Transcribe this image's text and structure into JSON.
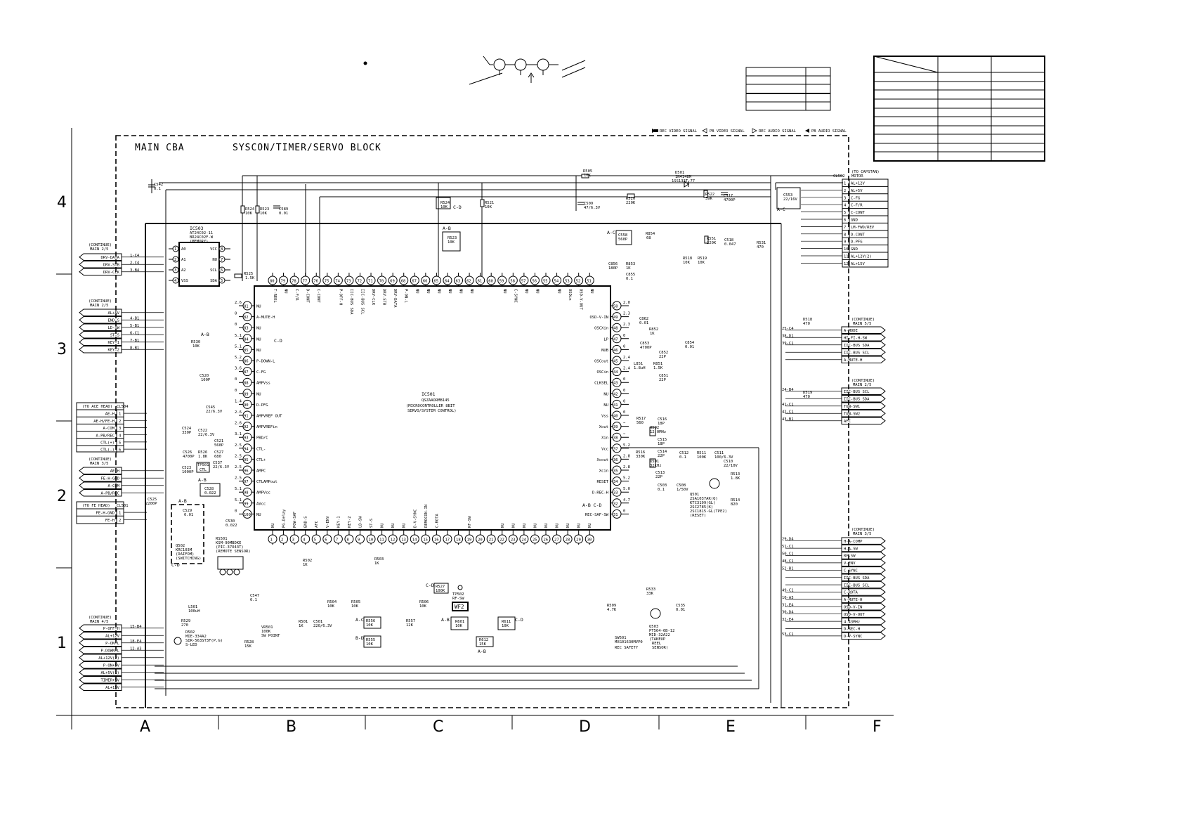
{
  "block_title": {
    "board": "MAIN CBA",
    "block": "SYSCON/TIMER/SERVO BLOCK"
  },
  "legend": {
    "rec_video": "REC VIDEO SIGNAL",
    "pb_video": "PB VIDEO SIGNAL",
    "rec_audio": "REC AUDIO SIGNAL",
    "pb_audio": "PB AUDIO SIGNAL"
  },
  "grid": {
    "rows": [
      "4",
      "3",
      "2",
      "1"
    ],
    "columns": [
      "A",
      "B",
      "C",
      "D",
      "E",
      "F"
    ]
  },
  "ic501": {
    "ref": "IC501",
    "part": "QSZAAORMB145",
    "desc1": "(MICROCONTROLLER 8BIT",
    "desc2": "SERVO/SYSTEM CONTROL)",
    "left_pins": [
      {
        "num": "81",
        "name": "NU",
        "v": "2.6"
      },
      {
        "num": "82",
        "name": "A-MUTE-H",
        "v": "0"
      },
      {
        "num": "83",
        "name": "NU",
        "v": "0"
      },
      {
        "num": "84",
        "name": "NU",
        "v": "5.1"
      },
      {
        "num": "85",
        "name": "NU",
        "v": "5.1"
      },
      {
        "num": "86",
        "name": "P-DOWN-L",
        "v": "5.2"
      },
      {
        "num": "87",
        "name": "C-FG",
        "v": "3.6"
      },
      {
        "num": "88",
        "name": "AMPVss",
        "v": "0"
      },
      {
        "num": "89",
        "name": "NU",
        "v": "0"
      },
      {
        "num": "90",
        "name": "D-PFG",
        "v": "1.4"
      },
      {
        "num": "91",
        "name": "AMPVREF OUT",
        "v": "2.6"
      },
      {
        "num": "92",
        "name": "AMPVREFin",
        "v": "2.6"
      },
      {
        "num": "93",
        "name": "PBD/C",
        "v": "3.1"
      },
      {
        "num": "94",
        "name": "CTL-",
        "v": "2.5"
      },
      {
        "num": "95",
        "name": "CTL+",
        "v": "2.5"
      },
      {
        "num": "96",
        "name": "AMPC",
        "v": "2.5"
      },
      {
        "num": "97",
        "name": "CTLAMPout",
        "v": "2.5"
      },
      {
        "num": "98",
        "name": "AMPVcc",
        "v": "5.1"
      },
      {
        "num": "99",
        "name": "AVcc",
        "v": "5.1"
      },
      {
        "num": "100",
        "name": "NU",
        "v": "0"
      }
    ],
    "right_pins": [
      {
        "num": "50",
        "name": "",
        "v": "2.0"
      },
      {
        "num": "49",
        "name": "OSD-V-IN",
        "v": "2.3"
      },
      {
        "num": "48",
        "name": "OSCXin",
        "v": "2.3"
      },
      {
        "num": "47",
        "name": "LP",
        "v": "0"
      },
      {
        "num": "46",
        "name": "NUB",
        "v": "0"
      },
      {
        "num": "45",
        "name": "OSCout",
        "v": "2.4"
      },
      {
        "num": "44",
        "name": "OSCin",
        "v": "2.4"
      },
      {
        "num": "43",
        "name": "CLKSEL",
        "v": "0"
      },
      {
        "num": "42",
        "name": "NU",
        "v": "0"
      },
      {
        "num": "41",
        "name": "NU",
        "v": "0"
      },
      {
        "num": "40",
        "name": "Vss",
        "v": "0"
      },
      {
        "num": "39",
        "name": "Xout",
        "v": "~"
      },
      {
        "num": "38",
        "name": "Xin",
        "v": "~"
      },
      {
        "num": "37",
        "name": "Vcc",
        "v": "5.2"
      },
      {
        "num": "36",
        "name": "Xcout",
        "v": "2.8"
      },
      {
        "num": "35",
        "name": "Xcin",
        "v": "2.8"
      },
      {
        "num": "34",
        "name": "RESET",
        "v": "5.2"
      },
      {
        "num": "33",
        "name": "D-REC-H",
        "v": "5.0"
      },
      {
        "num": "32",
        "name": "",
        "v": "4.7"
      },
      {
        "num": "31",
        "name": "REC-SAF-SW",
        "v": "0"
      }
    ],
    "top_pins": [
      "80",
      "79",
      "78",
      "77",
      "76",
      "75",
      "74",
      "73",
      "72",
      "71",
      "70",
      "69",
      "68",
      "67",
      "66",
      "65",
      "64",
      "63",
      "62",
      "61",
      "60",
      "59",
      "58",
      "57",
      "56",
      "55",
      "54",
      "53",
      "52",
      "51"
    ],
    "top_names": [
      "T-REEL",
      "NU",
      "C-F/R",
      "D-CONT",
      "C-CONT",
      "",
      "P-OFF-H",
      "IIC-BUS SDA",
      "IIC-BUS SCL",
      "DRV-CLK",
      "DRV-STB",
      "DRV-DATA",
      "P-ON-L",
      "NU",
      "NU",
      "NU",
      "NU",
      "NU",
      "NU",
      "",
      "",
      "NU",
      "C-SYNC",
      "NU",
      "NU",
      "",
      "NU",
      "OSDin",
      "OSD-V-OUT",
      "NU"
    ],
    "bottom_pins": [
      "1",
      "2",
      "3",
      "4",
      "5",
      "6",
      "7",
      "8",
      "9",
      "10",
      "11",
      "12",
      "13",
      "14",
      "15",
      "16",
      "17",
      "18",
      "19",
      "20",
      "21",
      "22",
      "23",
      "24",
      "25",
      "26",
      "27",
      "28",
      "29",
      "30"
    ],
    "bottom_names": [
      "NU",
      "PG-Delay",
      "POW-SAF",
      "END-S",
      "AFC",
      "V-ENV",
      "KEY-1",
      "KEY-2",
      "LD-SW",
      "ST-S",
      "NU",
      "NU",
      "NU",
      "D-V-SYNC",
      "REMOCON-IN",
      "C-ROTA",
      "",
      "",
      "RF-SW",
      "",
      "",
      "NU",
      "NU",
      "NU",
      "NU",
      "NU",
      "NU",
      "NU",
      "NU",
      "NU"
    ]
  },
  "ic503": {
    "ref": "IC503",
    "part": "AT24C02-11",
    "part2": "BR24C02F-W",
    "desc": "(MEMORY)",
    "pins": [
      {
        "num": "1",
        "name": "A0"
      },
      {
        "num": "2",
        "name": "A1"
      },
      {
        "num": "3",
        "name": "A2"
      },
      {
        "num": "4",
        "name": "VSS"
      },
      {
        "num": "8",
        "name": "VCC"
      },
      {
        "num": "7",
        "name": "NU"
      },
      {
        "num": "6",
        "name": "SCL"
      },
      {
        "num": "5",
        "name": "SDA"
      }
    ]
  },
  "cl502": {
    "ref": "CL502",
    "note": "(TO CAPSTAN)",
    "note2": "MOTOR",
    "pins": [
      {
        "num": "1",
        "name": "AL+12V"
      },
      {
        "num": "2",
        "name": "AL+5V"
      },
      {
        "num": "3",
        "name": "C-FG"
      },
      {
        "num": "4",
        "name": "C-F/R"
      },
      {
        "num": "5",
        "name": "C-CONT"
      },
      {
        "num": "6",
        "name": "GND"
      },
      {
        "num": "7",
        "name": "LM-FWD/REV"
      },
      {
        "num": "8",
        "name": "D-CONT"
      },
      {
        "num": "9",
        "name": "D-PFG"
      },
      {
        "num": "10",
        "name": "GND"
      },
      {
        "num": "11",
        "name": "AL+12V(2)"
      },
      {
        "num": "12",
        "name": "AL+15V"
      }
    ]
  },
  "left_conn_memory": {
    "note": "(CONTINUE)",
    "note2": "MAIN 2/5",
    "signals": [
      {
        "name": "DRV-DATA",
        "ref": "1-C4"
      },
      {
        "name": "DRV-STB",
        "ref": "2-C4"
      },
      {
        "name": "DRV-CLK",
        "ref": "3-B4"
      }
    ]
  },
  "left_conn_keys": {
    "note": "(CONTINUE)",
    "note2": "MAIN 2/5",
    "signals": [
      {
        "name": "AL+5V",
        "ref": ""
      },
      {
        "name": "END-S",
        "ref": "4-B1"
      },
      {
        "name": "LD-SW",
        "ref": "5-B1"
      },
      {
        "name": "ST-S",
        "ref": "6-C1"
      },
      {
        "name": "KEY-1",
        "ref": "7-B1"
      },
      {
        "name": "KEY-2",
        "ref": "8-B1"
      }
    ]
  },
  "cl504": {
    "ref": "CL504",
    "note": "(TO ACE HEAD)",
    "pins": [
      {
        "num": "1",
        "name": "AE-H"
      },
      {
        "num": "2",
        "name": "AE-H/FE-H"
      },
      {
        "num": "3",
        "name": "A-COM"
      },
      {
        "num": "4",
        "name": "A-PB/REC"
      },
      {
        "num": "5",
        "name": "CTL(+)"
      },
      {
        "num": "6",
        "name": "CTL(-)"
      }
    ]
  },
  "left_conn_audio": {
    "note": "(CONTINUE)",
    "note2": "MAIN 3/5",
    "signals": [
      "AE-H",
      "FE-H-GND",
      "A-COM",
      "A-PB/REC"
    ]
  },
  "cl501": {
    "ref": "CL501",
    "note": "(TO FE HEAD)",
    "pins": [
      {
        "num": "1",
        "name": "FE-H-GND"
      },
      {
        "num": "2",
        "name": "FE-H"
      }
    ]
  },
  "left_conn_power": {
    "note": "(CONTINUE)",
    "note2": "MAIN 4/5",
    "signals": [
      {
        "name": "P-OFF-H",
        "ref": "15-B4"
      },
      {
        "name": "AL+12V",
        "ref": ""
      },
      {
        "name": "P-ON-L",
        "ref": "18-E4"
      },
      {
        "name": "P-DOWN-L",
        "ref": "12-A3"
      },
      {
        "name": "AL+12V(2)",
        "ref": ""
      },
      {
        "name": "P-ON+5V",
        "ref": ""
      },
      {
        "name": "AL+5V(1)",
        "ref": ""
      },
      {
        "name": "TIMER+5V",
        "ref": ""
      },
      {
        "name": "AL+15V",
        "ref": ""
      }
    ]
  },
  "right_conn_mode": {
    "note": "(CONTINUE)",
    "note2": "MAIN 5/5",
    "signals": [
      {
        "name": "A-MODE",
        "ref": "25-C4"
      },
      {
        "name": "HI-FI-H-SW",
        "ref": "38-D1"
      },
      {
        "name": "IIC-BUS SDA",
        "ref": "39-C1"
      },
      {
        "name": "IIC-BUS SCL",
        "ref": ""
      },
      {
        "name": "A-MUTE-H",
        "ref": ""
      }
    ]
  },
  "right_conn_tuner": {
    "note": "(CONTINUE)",
    "note2": "MAIN 2/5",
    "signals": [
      {
        "name": "IIC-BUS SCL",
        "ref": "24-B4"
      },
      {
        "name": "IIC-BUS SDA",
        "ref": ""
      },
      {
        "name": "TUN-SW1",
        "ref": "41-C1"
      },
      {
        "name": "TUN-SW2",
        "ref": "42-C1"
      },
      {
        "name": "AFC",
        "ref": "43-B1"
      }
    ]
  },
  "right_conn_video": {
    "note": "(CONTINUE)",
    "note2": "MAIN 3/5",
    "signals": [
      {
        "name": "H-A-COMP",
        "ref": "29-D4"
      },
      {
        "name": "H-A-SW",
        "ref": "51-C1"
      },
      {
        "name": "RF-SW",
        "ref": "50-C1"
      },
      {
        "name": "V-ENV",
        "ref": "48-C1"
      },
      {
        "name": "C-SYNC",
        "ref": "52-B1"
      },
      {
        "name": "IIC-BUS SDA",
        "ref": ""
      },
      {
        "name": "IIC-BUS SCL",
        "ref": ""
      },
      {
        "name": "C-ROTA",
        "ref": "49-C1"
      },
      {
        "name": "A-MUTE-H",
        "ref": "10-A3"
      },
      {
        "name": "OSD-V-IN",
        "ref": "31-E4"
      },
      {
        "name": "OSD-V-OUT",
        "ref": "30-D4"
      },
      {
        "name": "4.43MHz",
        "ref": "32-E4"
      },
      {
        "name": "D-REC-H",
        "ref": ""
      },
      {
        "name": "D-V-SYNC",
        "ref": "53-C1"
      }
    ]
  },
  "components": {
    "c542": "C542",
    "c542v": "0.1",
    "r524": "R524",
    "r524v": "10K",
    "r523": "R523",
    "r523v": "10K",
    "c589": "C589",
    "c589v": "0.01",
    "r525": "R525",
    "r525v": "1.5K",
    "r505": "R505",
    "r505v": "10K",
    "d501": "D501",
    "d501v": "1N4148M",
    "d501v2": "1SS133T-77",
    "c509": "C509",
    "c509v": "47/6.3V",
    "r520": "R520",
    "r520v": "220K",
    "r522": "R522",
    "r522v": "39K",
    "c517": "C517",
    "c517v": "4700P",
    "c553": "C553",
    "c553v": "22/16V",
    "r521": "R521",
    "r521v": "10K",
    "c558": "C558",
    "c558v": "560P",
    "r854": "R854",
    "r854v": "68",
    "c518": "C518",
    "c518v": "0.047",
    "r551": "R551",
    "r551v": "220K",
    "r518": "R518",
    "r518v": "10K",
    "r519": "R519",
    "r519v": "10K",
    "c856": "C856",
    "c856v": "180P",
    "r853": "R853",
    "r853v": "1K",
    "c855": "C855",
    "c855v": "0.1",
    "c862": "C862",
    "c862v": "0.01",
    "r852": "R852",
    "r852v": "1K",
    "c853": "C853",
    "c853v": "4700P",
    "c854": "C854",
    "c854v": "0.01",
    "c852": "C852",
    "c852v": "22P",
    "l851": "L851",
    "l851v": "1.8uH",
    "r851": "R851",
    "r851v": "1.5K",
    "c851": "C851",
    "c851v": "22P",
    "r517": "R517",
    "r517v": "560",
    "c516": "C516",
    "c516v": "18P",
    "x502": "X502",
    "x502v": "12.0MHz",
    "c515": "C515",
    "c515v": "18P",
    "r516": "R516",
    "r516v": "330K",
    "c514": "C514",
    "c514v": "22P",
    "x501": "X501",
    "x501v": "32kHz",
    "c513": "C513",
    "c513v": "22P",
    "c512": "C512",
    "c512v": "0.1",
    "r511": "R511",
    "r511v": "100K",
    "c511": "C511",
    "c511v": "100/6.3V",
    "c510": "C510",
    "c510v": "22/10V",
    "r513": "R513",
    "r513v": "1.8K",
    "r514": "R514",
    "r514v": "820",
    "c503": "C503",
    "c503v": "0.1",
    "c508": "C508",
    "c508v": "1/50V",
    "q501": "Q501",
    "q501v": "2SA1037AK(Q)",
    "q501v2": "KTC3199(GL)",
    "q501v3": "2SC2785(K)",
    "q501v4": "2SC1815-GL(TPE2)",
    "q501v5": "(RESET)",
    "r530": "R530",
    "r530v": "10K",
    "c520": "C520",
    "c520v": "100P",
    "c545": "C545",
    "c545v": "22/6.3V",
    "c524": "C524",
    "c524v": "330P",
    "c522": "C522",
    "c522v": "22/6.3V",
    "c521": "C521",
    "c521v": "560P",
    "c526": "C526",
    "c526v": "4700P",
    "r526": "R526",
    "r526v": "1.8K",
    "c527": "C527",
    "c527v": "680",
    "c537": "C537",
    "c537v": "22/6.3V",
    "c523": "C523",
    "c523v": "1000P",
    "tp501": "TP501",
    "tp501v": "CTL",
    "c528": "C528",
    "c528v": "0.022",
    "c525": "C525",
    "c525v": "2200P",
    "c530": "C530",
    "c530v": "0.022",
    "q502": "Q502",
    "q502v": "KRC103M",
    "q502v2": "(DAIFOM)",
    "q502v3": "(SWITCHING)",
    "c529": "C529",
    "c529v": "0.01",
    "rs501": "RS501",
    "rs501v": "KSM-90MBDKE",
    "rs501v2": "(PIC-37O43T)",
    "rs501v3": "(REMOTE SENSOR)",
    "c547": "C547",
    "c547v": "0.1",
    "l501": "L501",
    "l501v": "100uH",
    "r529": "R529",
    "r529v": "270",
    "d502": "D502",
    "d502v": "MIE-334A2",
    "d502v2": "SIR-563ST3F(P.G)",
    "d502v3": "S-LED",
    "r501": "R501",
    "r501v": "1K",
    "c501": "C501",
    "c501v": "220/6.3V",
    "vr501": "VR501",
    "vr501v": "100K",
    "vr501v2": "SW POINT",
    "r528": "R528",
    "r528v": "15K",
    "r504": "R504",
    "r504v": "10K",
    "r505b": "R505",
    "r505bv": "10K",
    "r556": "R556",
    "r556v": "10K",
    "r555": "R555",
    "r555v": "10K",
    "r502": "R502",
    "r502v": "1K",
    "r503": "R503",
    "r503v": "1K",
    "r506": "R506",
    "r506v": "10K",
    "r557": "R557",
    "r557v": "12K",
    "r601": "R601",
    "r601v": "10K",
    "r612": "R612",
    "r612v": "15K",
    "r611": "R611",
    "r611v": "10K",
    "r509": "R509",
    "r509v": "4.7K",
    "r533": "R533",
    "r533v": "33K",
    "c535": "C535",
    "c535v": "0.01",
    "q503": "Q503",
    "q503v": "PT564-6B-12",
    "q503v2": "MID-32A22",
    "q503v3": "(TAKEUP",
    "q503v4": "REEL",
    "q503v5": "SENSOR)",
    "sw501": "SW501",
    "sw501v": "MXG01630MVP0",
    "sw501v2": "REC SAFETY",
    "tp502": "TP502",
    "tp502v": "RF-SW",
    "wf2": "WF2",
    "r524b": "R524",
    "r524bv": "10K",
    "r523b": "R523",
    "r523bv": "10K",
    "r527": "R527",
    "r527v": "100K",
    "r531": "R531",
    "r531v": "470",
    "d518": "D518",
    "d518v": "470",
    "d519": "D519",
    "d519v": "470"
  },
  "ab_marks": [
    "A-B",
    "C-D",
    "A-C",
    "B-D",
    "A-B C-D"
  ]
}
